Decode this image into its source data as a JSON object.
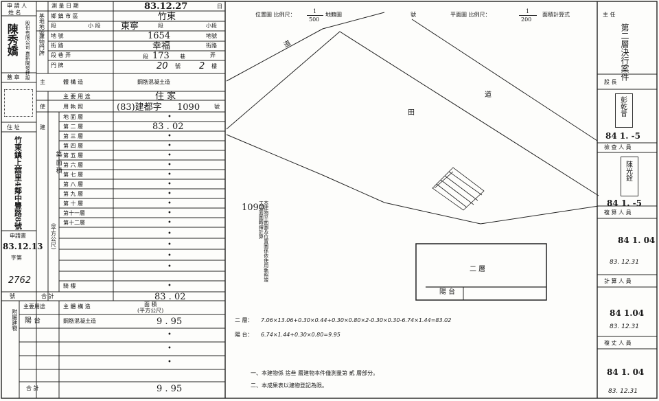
{
  "left": {
    "applicant_label": "申 請 人",
    "name_label": "姓 名",
    "company": "股份有限公司 嘉新開發建設",
    "applicant_name": "陳秀嬌",
    "seal_label": "蓋 章",
    "address_label": "住 址",
    "address": "竹東鎮上舘里4鄰中豐路8號",
    "app_date_label": "申請書",
    "app_date": "83.12.13",
    "doc_label1": "字第",
    "doc_num": "2762",
    "doc_label2": "號"
  },
  "mid": {
    "survey_date_label": "測 量 日 期",
    "survey_date": "83.12.27",
    "day_suffix": "日",
    "base_label": "基地地號",
    "township_label": "鄉 鎮 市 區",
    "township": "竹東",
    "section_label": "段",
    "subsection_label": "小 段",
    "section": "東寧",
    "section_suffix": "段",
    "subsection_suffix": "小段",
    "land_no_label": "地 號",
    "land_no": "1654",
    "land_no_suffix": "地號",
    "building_no_label": "建物門牌",
    "street_label": "街 路",
    "street": "幸福",
    "street_suffix": "街路",
    "lane_label": "段 巷 弄",
    "lane_prefix": "段",
    "lane": "173",
    "lane_suffix": "巷",
    "alley_suffix": "弄",
    "door_label": "門 牌",
    "door": "20",
    "door_suffix": "號",
    "floor": "2",
    "floor_suffix": "樓",
    "main_label": "主",
    "structure_label": "體 構 造",
    "structure": "鋼筋混凝土造",
    "use_label": "主 要 用 途",
    "use": "住 家",
    "permit_left": "使",
    "permit_label": "用 執 照",
    "permit_no": "(83)建都字",
    "permit_num": "1090",
    "permit_suffix": "號",
    "build_left": "建",
    "floors": [
      {
        "name": "地 面 層",
        "value": "•"
      },
      {
        "name": "第 二 層",
        "value": "83 . 02"
      },
      {
        "name": "第 三 層",
        "value": "•"
      },
      {
        "name": "第 四 層",
        "value": "•"
      },
      {
        "name": "第 五 層",
        "value": "•"
      },
      {
        "name": "第 六 層",
        "value": "•"
      },
      {
        "name": "第 七 層",
        "value": "•"
      },
      {
        "name": "第 八 層",
        "value": "•"
      },
      {
        "name": "第 九 層",
        "value": "•"
      },
      {
        "name": "第 十 層",
        "value": "•"
      },
      {
        "name": "第十一層",
        "value": "•"
      },
      {
        "name": "第十二層",
        "value": "•"
      }
    ],
    "area_col_label": "築 面 積",
    "unit_label": "(平方公尺)",
    "extra_rows": [
      "•",
      "•",
      "•",
      "•"
    ],
    "mezz_label": "騎 樓",
    "mezz_value": "•",
    "total_label": "合 計",
    "total_value": "83 . 02",
    "attach_label": "附屬建物",
    "attach_use_label": "主要用途",
    "attach_struct_label": "主 體 構 造",
    "attach_area_label": "面 積",
    "attach_area_unit": "(平方公尺)",
    "attach_use": "陽 台",
    "attach_struct": "鋼筋混凝土造",
    "attach_value": "9 . 95",
    "attach_extra": [
      "•",
      "•",
      "•"
    ],
    "attach_total_label": "合 計",
    "attach_total": "9 . 95"
  },
  "plan": {
    "location_label": "位置圖 比例尺：",
    "location_scale_num": "1",
    "location_scale_den": "500",
    "map_no_label": "地籍圖",
    "map_no_suffix": "號",
    "floor_plan_label": "平面圖 比例尺：",
    "floor_scale_num": "1",
    "floor_scale_den": "200",
    "area_calc_label": "面積計算式",
    "road_label1": "道",
    "road_label2": "道",
    "field_label": "田",
    "lot_no": "1090",
    "note_vertical": "本建物平面圖及位置圖係依使用執照竣工平面圖轉繪計算",
    "second_floor_label": "二 層",
    "balcony_label": "陽 台",
    "calc1_label": "二 層：",
    "calc1": "7.06×13.06+0.30×0.44+0.30×0.80×2-0.30×0.30-6.74×1.44=83.02",
    "calc2_label": "陽 台：",
    "calc2": "6.74×1.44+0.30×0.80=9.95",
    "note1": "一、本建物係 捨叁 層建物本件僅測量第 貳 層部分。",
    "note2": "二、本成果表以建物登記為限。"
  },
  "right": {
    "manager_label": "主 任",
    "manager_text": "第二層決行案件",
    "section_chief_label": "股 長",
    "chief_stamp": "彭乾昔",
    "chief_date": "84 1. -5",
    "inspector_label": "檢 查 人 員",
    "inspector_stamp": "陳光銓",
    "inspector_date": "84 1. -5",
    "review_label": "複 算 人 員",
    "review_date": "84 1. 04",
    "review_date2": "83. 12.31",
    "calc_label": "計 算 人 員",
    "calc_date": "84 1.04",
    "calc_date2": "83. 12.31",
    "surveyor_label": "複 丈 人 員",
    "surveyor_date": "84 1. 04",
    "surveyor_date2": "83. 12.31"
  }
}
